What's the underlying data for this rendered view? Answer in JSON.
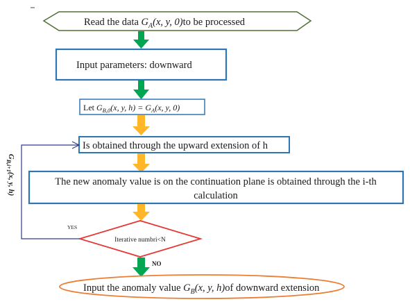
{
  "nodes": {
    "read": {
      "prefix": "Read the data ",
      "G": "G",
      "sub": "A",
      "args": "(x, y, 0)",
      "suffix": "to be processed"
    },
    "params": {
      "text": "Input parameters: downward"
    },
    "let": {
      "prefix": "Let ",
      "G1": "G",
      "sub1": "B,0",
      "args1": "(x, y, h) = ",
      "G2": "G",
      "sub2": "A",
      "args2": "(x, y, 0)"
    },
    "upward": {
      "text": "Is obtained through the upward extension of h"
    },
    "anomaly": {
      "line1": "The new anomaly value is on the continuation plane is obtained through the i-th",
      "line2": "calculation"
    },
    "decision": {
      "text": "Iterative numbri<N"
    },
    "output": {
      "prefix": "Input the anomaly value ",
      "G": "G",
      "sub": "B",
      "args": "(x, y, h)",
      "suffix": "of downward extension"
    }
  },
  "labels": {
    "yes": "YES",
    "no": "NO",
    "loop_G": "G",
    "loop_sub": "B,i+1",
    "loop_args": "(x, y, h)"
  },
  "colors": {
    "hexagon_border": "#4f6f32",
    "box_border": "#2e75b6",
    "diamond_border": "#e53935",
    "ellipse_border": "#ed7d31",
    "arrow_green": "#00a651",
    "arrow_orange": "#ffb629",
    "loop_line": "#2e3a8c"
  }
}
